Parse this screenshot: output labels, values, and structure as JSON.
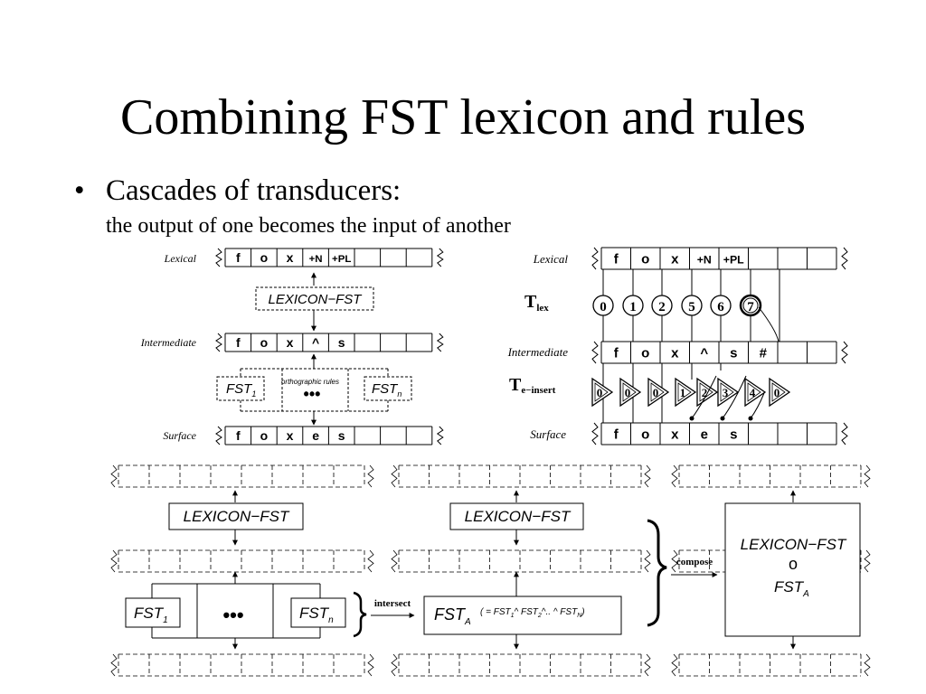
{
  "slide": {
    "title": "Combining FST lexicon and rules",
    "bullet_marker": "•",
    "bullet": "Cascades of transducers:",
    "sub": "the output of one becomes the input of another"
  },
  "fig1": {
    "tape_labels": [
      "Lexical",
      "Intermediate",
      "Surface"
    ],
    "lexical": [
      "f",
      "o",
      "x",
      "+N",
      "+PL",
      "",
      "",
      ""
    ],
    "intermediate": [
      "f",
      "o",
      "x",
      "^",
      "s",
      "",
      "",
      ""
    ],
    "surface": [
      "f",
      "o",
      "x",
      "e",
      "s",
      "",
      "",
      ""
    ],
    "lexicon_fst": "LEXICON−FST",
    "fst_base": "FST",
    "fst1_sub": "1",
    "fstn_sub": "n",
    "ortho": "orthographic rules",
    "dots": "•••"
  },
  "fig2": {
    "tape_labels": [
      "Lexical",
      "Intermediate",
      "Surface"
    ],
    "lexical": [
      "f",
      "o",
      "x",
      "+N",
      "+PL",
      "",
      "",
      ""
    ],
    "intermediate": [
      "f",
      "o",
      "x",
      "^",
      "s",
      "#",
      "",
      ""
    ],
    "surface": [
      "f",
      "o",
      "x",
      "e",
      "s",
      "",
      "",
      ""
    ],
    "tlex_main": "T",
    "tlex_sub": "lex",
    "tins_main": "T",
    "tins_sub": "e−insert",
    "tlex_states": [
      "0",
      "1",
      "2",
      "5",
      "6",
      "7"
    ],
    "tins_states": [
      "0",
      "0",
      "0",
      "1",
      "2",
      "3",
      "4",
      "0"
    ]
  },
  "fig3": {
    "lexicon_fst": "LEXICON−FST",
    "fst_base": "FST",
    "fst1_sub": "1",
    "fstn_sub": "n",
    "dots": "•••",
    "intersect": "intersect",
    "fsta_main": "FST",
    "fsta_sub": "A",
    "fsta_formula": "( = FST",
    "formula_rest_a": "^ FST",
    "formula_rest_b": "^.. ^ FST",
    "formula_sub1": "1",
    "formula_sub2": "2",
    "formula_subN": "N",
    "formula_close": ")",
    "compose": "compose",
    "composed_top": "LEXICON−FST",
    "composed_op": "o",
    "composed_bottom_sub": "A"
  }
}
